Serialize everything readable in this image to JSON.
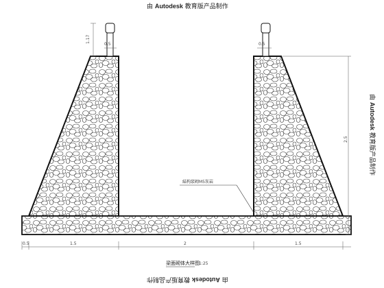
{
  "watermark": {
    "prefix": "由",
    "brand": "Autodesk",
    "suffix": "教育版产品制作"
  },
  "drawing": {
    "callout": "結构浆砌M5灰岩",
    "title": "梁面砌体大样图",
    "scale": "1:25"
  },
  "dimensions": {
    "post_height": "1.17",
    "post_width": "0.5",
    "total_height": "2.5",
    "bottom_segments": [
      "0.5",
      "1.5",
      "2",
      "1.5"
    ]
  }
}
